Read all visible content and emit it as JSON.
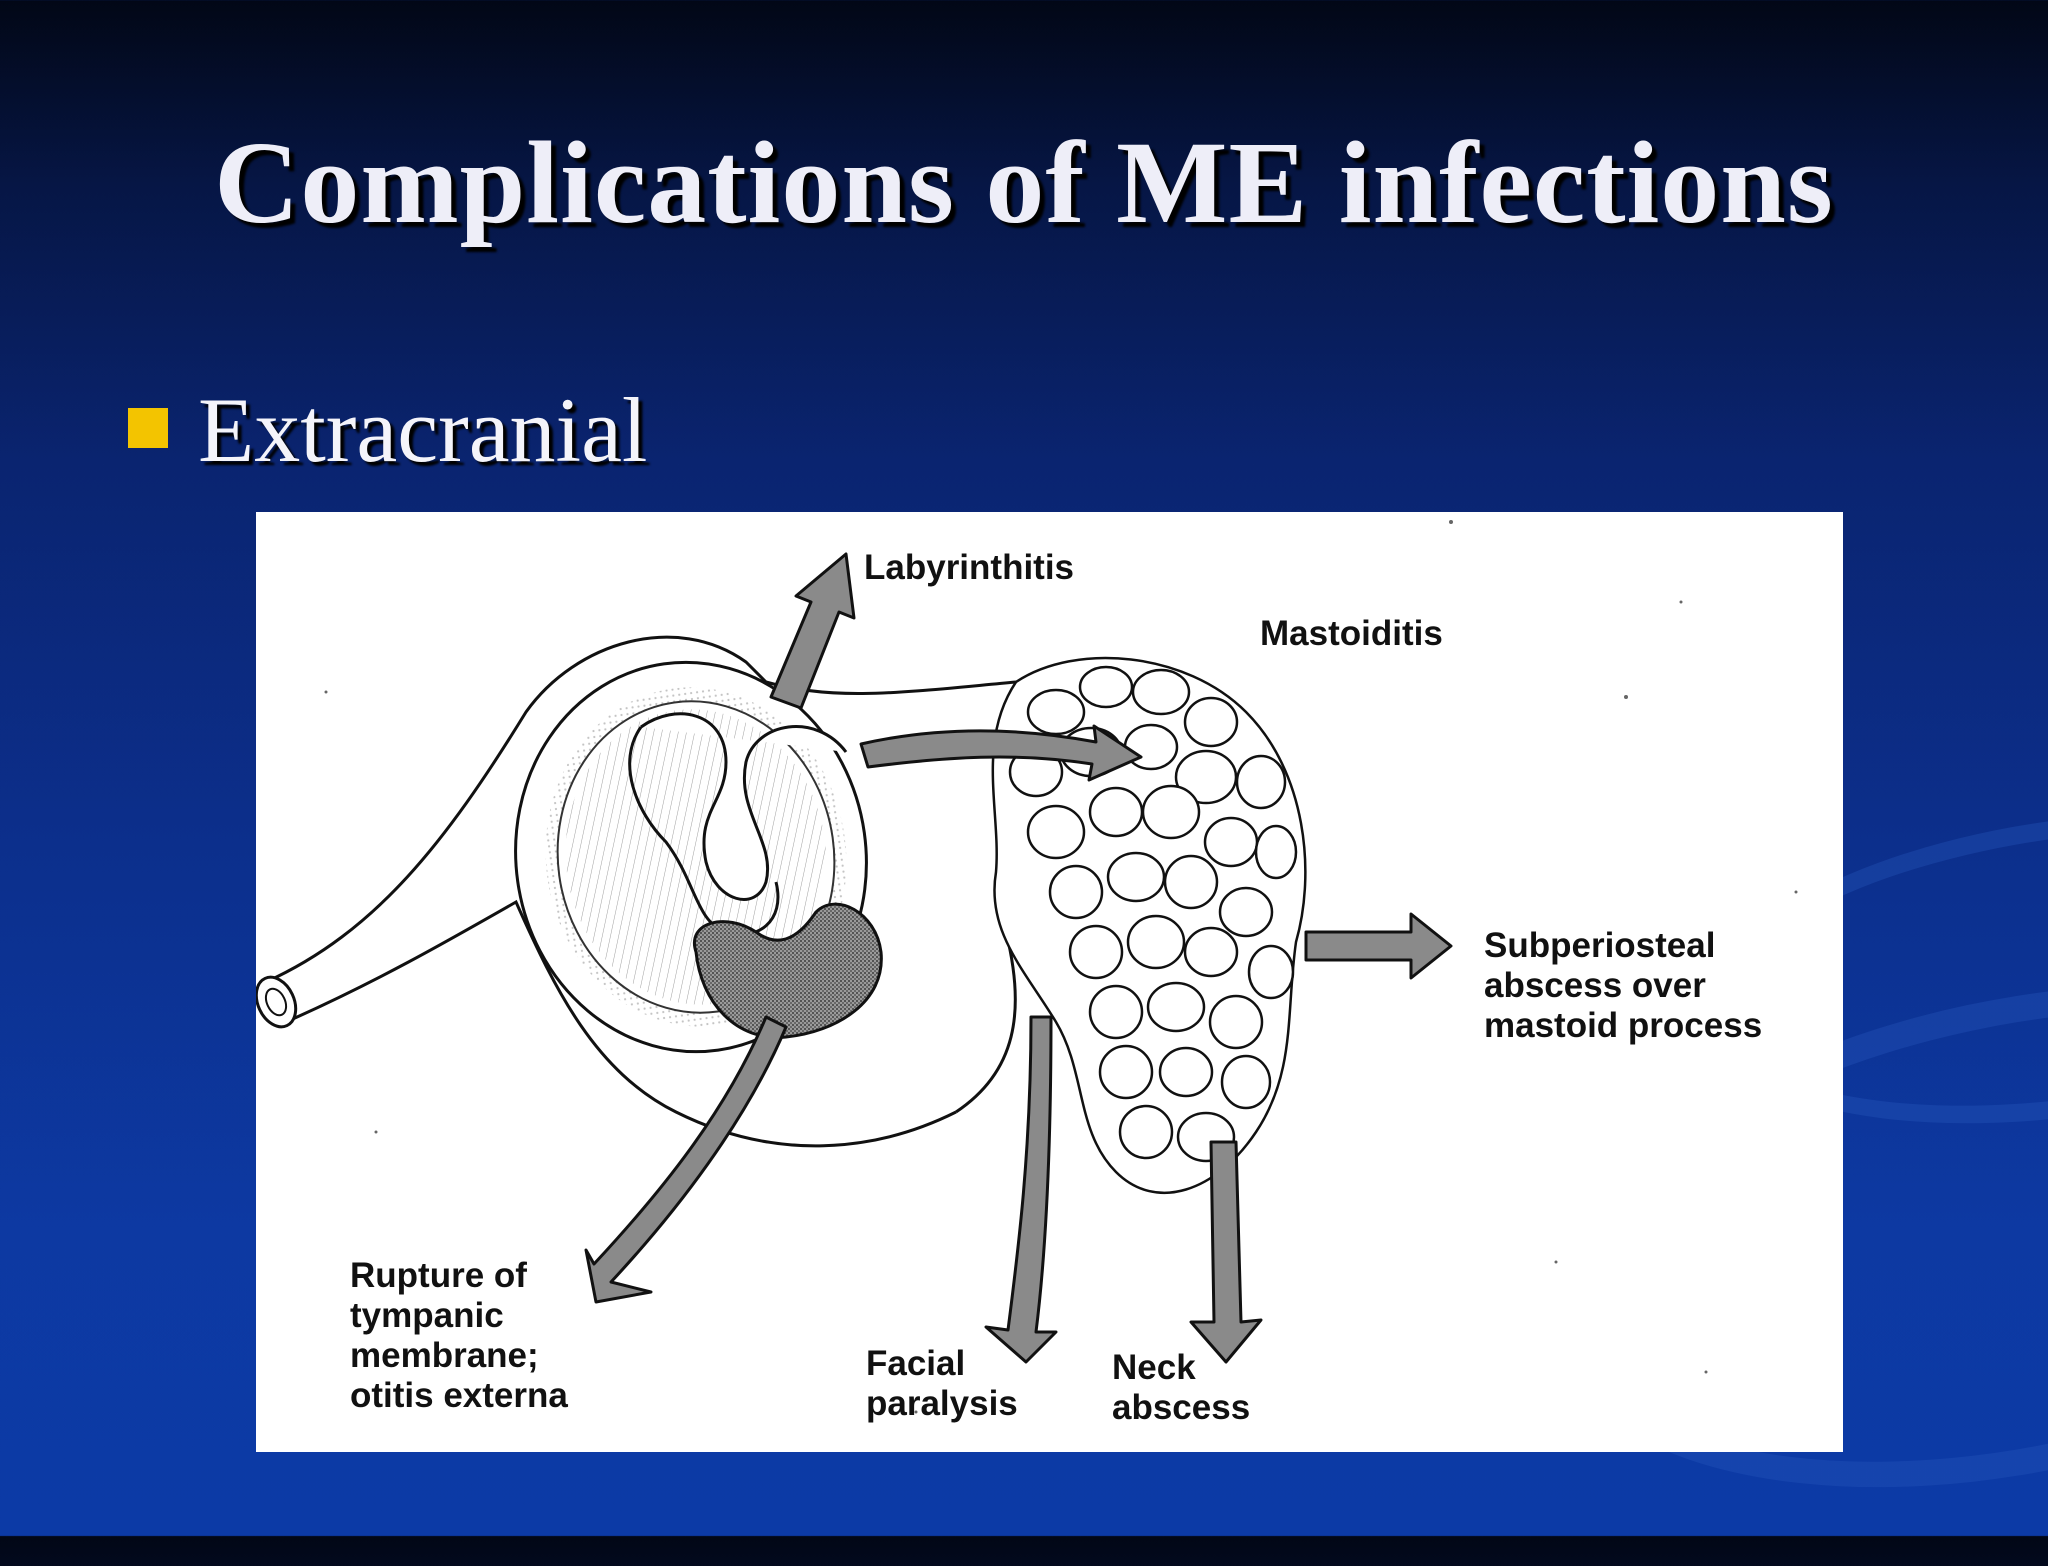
{
  "slide": {
    "title": "Complications of ME infections",
    "bullet": "Extracranial"
  },
  "diagram": {
    "labels": {
      "labyrinthitis": "Labyrinthitis",
      "mastoiditis": "Mastoiditis",
      "subperiosteal_1": "Subperiosteal",
      "subperiosteal_2": "abscess over",
      "subperiosteal_3": "mastoid process",
      "rupture_1": "Rupture of",
      "rupture_2": "tympanic",
      "rupture_3": "membrane;",
      "rupture_4": "otitis externa",
      "facial_1": "Facial",
      "facial_2": "paralysis",
      "neck_1": "Neck",
      "neck_2": "abscess"
    }
  },
  "colors": {
    "bullet": "#f3c400",
    "title_text": "#eeeef8",
    "arrow_fill": "#8a8a8a"
  }
}
